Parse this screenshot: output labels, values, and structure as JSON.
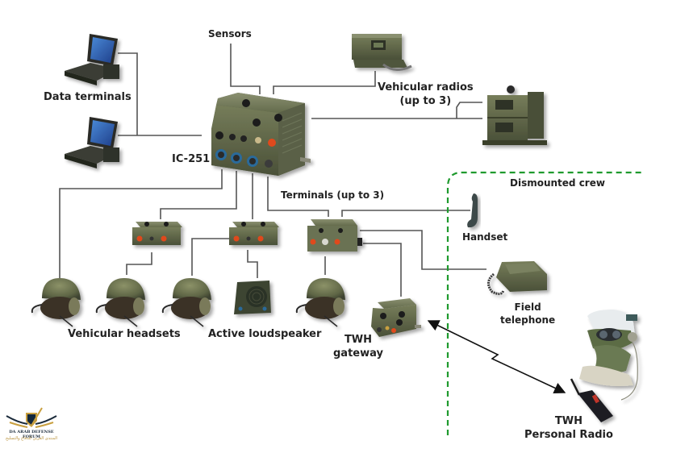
{
  "diagram": {
    "title": "IC-251 intercom system architecture",
    "central_unit": "IC-251",
    "labels": {
      "sensors": "Sensors",
      "data_terminals": "Data terminals",
      "vehicular_radios_line1": "Vehicular radios",
      "vehicular_radios_line2": "(up to 3)",
      "ic251": "IC-251",
      "terminals": "Terminals (up to 3)",
      "dismounted_crew": "Dismounted crew",
      "handset": "Handset",
      "field_telephone_line1": "Field",
      "field_telephone_line2": "telephone",
      "vehicular_headsets": "Vehicular headsets",
      "active_loudspeaker": "Active loudspeaker",
      "twh_gateway_line1": "TWH",
      "twh_gateway_line2": "gateway",
      "twh_radio_line1": "TWH",
      "twh_radio_line2": "Personal Radio"
    },
    "nodes": [
      {
        "id": "ic-251",
        "type": "intercom-unit"
      },
      {
        "id": "sensors",
        "type": "input"
      },
      {
        "id": "data-terminal-1",
        "type": "laptop"
      },
      {
        "id": "data-terminal-2",
        "type": "laptop"
      },
      {
        "id": "vehicular-radio-1",
        "type": "radio"
      },
      {
        "id": "vehicular-radio-2",
        "type": "radio-stack"
      },
      {
        "id": "terminal-1",
        "type": "crew-terminal"
      },
      {
        "id": "terminal-2",
        "type": "crew-terminal"
      },
      {
        "id": "terminal-3",
        "type": "crew-terminal"
      },
      {
        "id": "headset-1",
        "type": "helmet"
      },
      {
        "id": "headset-2",
        "type": "helmet"
      },
      {
        "id": "headset-3",
        "type": "helmet"
      },
      {
        "id": "headset-4",
        "type": "helmet"
      },
      {
        "id": "loudspeaker",
        "type": "speaker"
      },
      {
        "id": "handset",
        "type": "handset"
      },
      {
        "id": "field-telephone",
        "type": "telephone"
      },
      {
        "id": "twh-gateway",
        "type": "gateway"
      },
      {
        "id": "twh-personal-radio",
        "type": "personal-radio"
      }
    ],
    "edges": [
      [
        "data-terminal-1",
        "ic-251"
      ],
      [
        "data-terminal-2",
        "ic-251"
      ],
      [
        "sensors",
        "ic-251"
      ],
      [
        "vehicular-radio-1",
        "ic-251"
      ],
      [
        "vehicular-radio-2",
        "ic-251"
      ],
      [
        "ic-251",
        "headset-1"
      ],
      [
        "ic-251",
        "terminal-1"
      ],
      [
        "ic-251",
        "terminal-2"
      ],
      [
        "ic-251",
        "terminal-3"
      ],
      [
        "terminal-1",
        "headset-2"
      ],
      [
        "terminal-2",
        "headset-3"
      ],
      [
        "terminal-2",
        "loudspeaker"
      ],
      [
        "terminal-3",
        "headset-4"
      ],
      [
        "terminal-3",
        "handset"
      ],
      [
        "terminal-3",
        "field-telephone"
      ],
      [
        "terminal-3",
        "twh-gateway"
      ],
      [
        "twh-gateway",
        "twh-personal-radio",
        "wireless"
      ]
    ],
    "colors": {
      "line": "#555555",
      "boundary": "#1f9a2e",
      "device_olive": "#5d6447",
      "device_dark": "#3d4230",
      "button_red": "#e04a1c",
      "connector_blue": "#2a6a9a"
    }
  },
  "watermark": {
    "initials": "DA",
    "name": "ARAB DEFENSE FORUM",
    "arabic": "المنتدى العربي للدفاع والتسليح"
  }
}
